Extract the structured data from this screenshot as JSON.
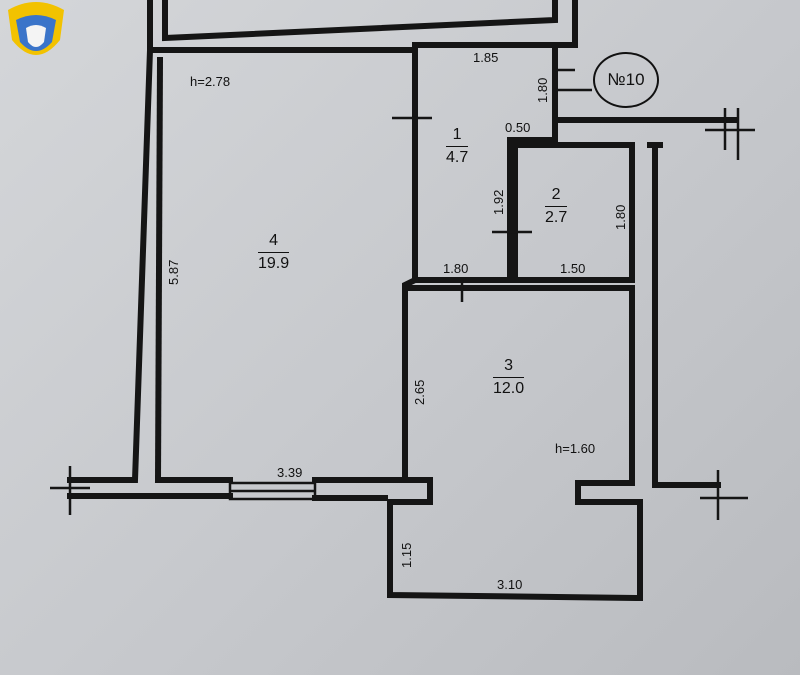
{
  "logo": {
    "icon": "shield-logo-icon",
    "colors": [
      "#f2c200",
      "#3a74c9"
    ]
  },
  "apartment_number": "№10",
  "rooms": [
    {
      "number": "1",
      "area": "4.7"
    },
    {
      "number": "2",
      "area": "2.7"
    },
    {
      "number": "3",
      "area": "12.0"
    },
    {
      "number": "4",
      "area": "19.9"
    }
  ],
  "dimensions": {
    "h_top": "h=2.78",
    "h_right": "h=1.60",
    "room4_height": "5.87",
    "room4_width": "3.39",
    "room1_top": "1.85",
    "room1_right_a": "1.80",
    "room1_right_b": "0.50",
    "room1_height": "1.92",
    "room1_bottom": "1.80",
    "room2_height": "1.80",
    "room2_width": "1.50",
    "room3_height": "2.65",
    "balcony_height": "1.15",
    "balcony_width": "3.10"
  }
}
